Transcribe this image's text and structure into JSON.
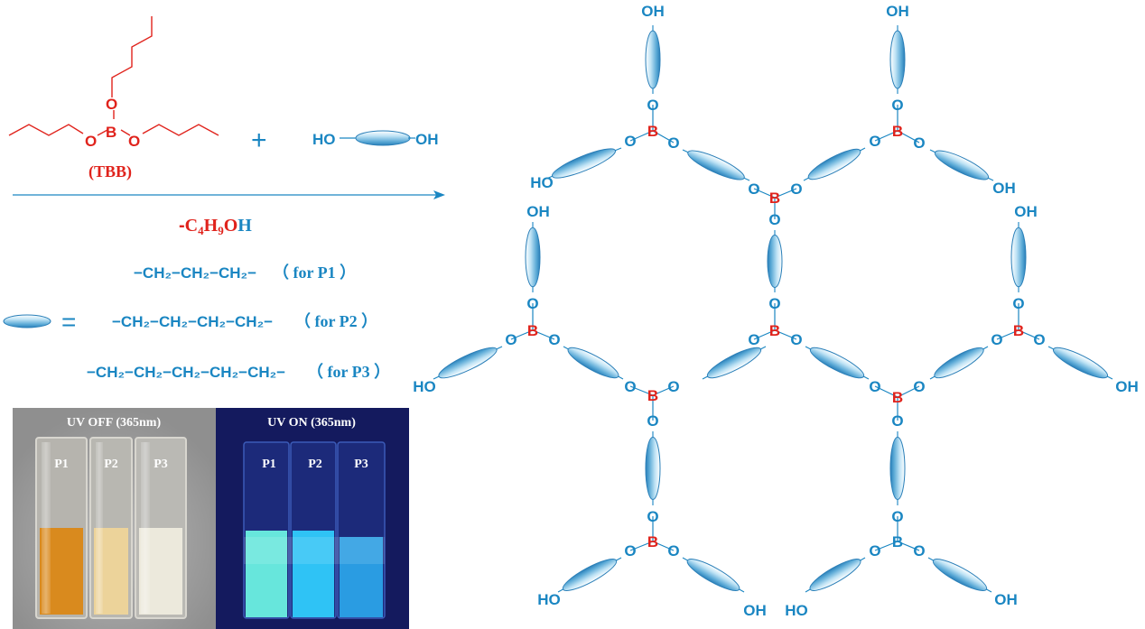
{
  "reagents": {
    "boron_symbol": "B",
    "oxygen_symbol": "O",
    "tbb_label": "(TBB)",
    "plus": "+",
    "diol_left": "HO",
    "diol_right": "OH"
  },
  "arrow": {
    "byproduct_prefix": "-",
    "byproduct_c": "C",
    "byproduct_c_sub": "4",
    "byproduct_h": "H",
    "byproduct_h_sub": "9",
    "byproduct_o": "O",
    "byproduct_end_h": "H"
  },
  "linkers": {
    "equals": "=",
    "rows": [
      {
        "chain": "−CH₂−CH₂−CH₂−",
        "polymer": "（ for P1 ）"
      },
      {
        "chain": "−CH₂−CH₂−CH₂−CH₂−",
        "polymer": "（ for P2 ）"
      },
      {
        "chain": "−CH₂−CH₂−CH₂−CH₂−CH₂−",
        "polymer": "（ for P3 ）"
      }
    ]
  },
  "photos": {
    "off_title": "UV OFF (365nm)",
    "on_title": "UV ON (365nm)",
    "samples": [
      "P1",
      "P2",
      "P3"
    ]
  },
  "network": {
    "boron_symbol": "B",
    "oxygen_symbol": "O",
    "hydroxyl": "OH",
    "hydroxyl_left": "HO"
  },
  "colors": {
    "accent_blue": "#1a86c2",
    "boron_red": "#e0231c",
    "uv_off_bg": "#8f8f8f",
    "uv_on_bg": "#141a5e",
    "p1_off": "#d98a1e",
    "p2_off": "#ecd39a",
    "p3_off": "#ece9dc",
    "p1_on": "#67e6dc",
    "p2_on": "#2fc3f5",
    "p3_on": "#2a9ce2"
  }
}
